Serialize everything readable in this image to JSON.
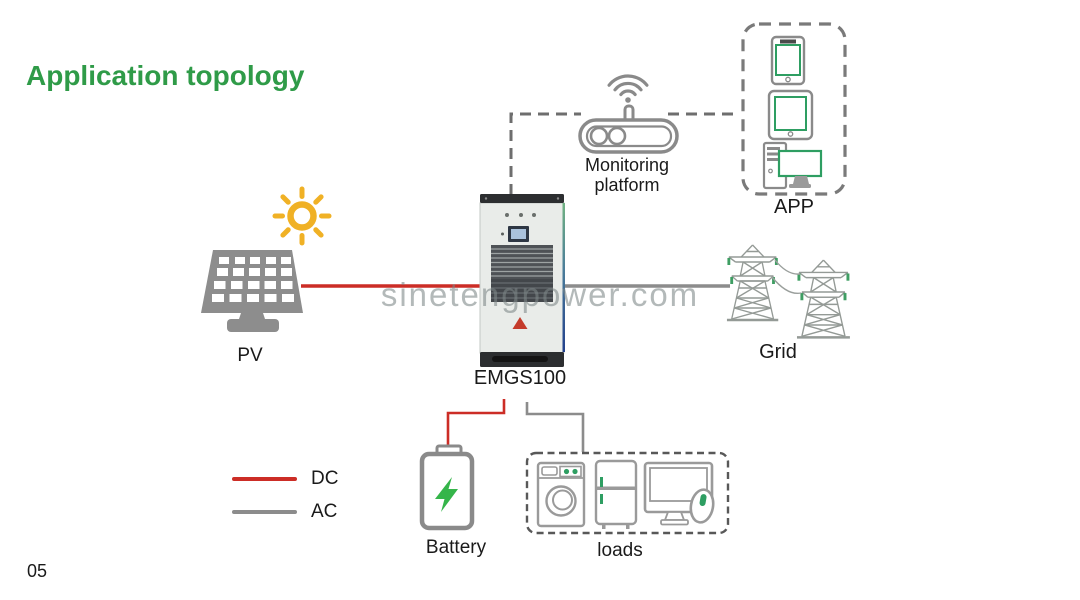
{
  "slide": {
    "title": "Application topology",
    "page_number": "05",
    "watermark": "sinetengpower.com"
  },
  "nodes": {
    "pv": {
      "label": "PV"
    },
    "inverter": {
      "label": "EMGS100"
    },
    "monitoring": {
      "label": "Monitoring platform"
    },
    "app": {
      "label": "APP"
    },
    "grid": {
      "label": "Grid"
    },
    "battery": {
      "label": "Battery"
    },
    "loads": {
      "label": "loads"
    }
  },
  "legend": {
    "items": [
      {
        "label": "DC",
        "color": "#cc2d26"
      },
      {
        "label": "AC",
        "color": "#8c8c8c"
      }
    ]
  },
  "connections": [
    {
      "from": "PV",
      "to": "EMGS100",
      "type": "DC"
    },
    {
      "from": "EMGS100",
      "to": "Grid",
      "type": "AC"
    },
    {
      "from": "EMGS100",
      "to": "Battery",
      "type": "DC"
    },
    {
      "from": "EMGS100",
      "to": "loads",
      "type": "AC"
    },
    {
      "from": "EMGS100",
      "to": "Monitoring platform",
      "type": "comm"
    },
    {
      "from": "Monitoring platform",
      "to": "APP",
      "type": "comm"
    }
  ],
  "colors": {
    "title_green": "#2f9b48",
    "device_green": "#2e9e62",
    "dc_red": "#cc2d26",
    "ac_gray": "#8c8c8c",
    "comm_dash_gray": "#6e6e6e",
    "sun_yellow": "#f0b125",
    "bolt_green": "#35b54a"
  }
}
